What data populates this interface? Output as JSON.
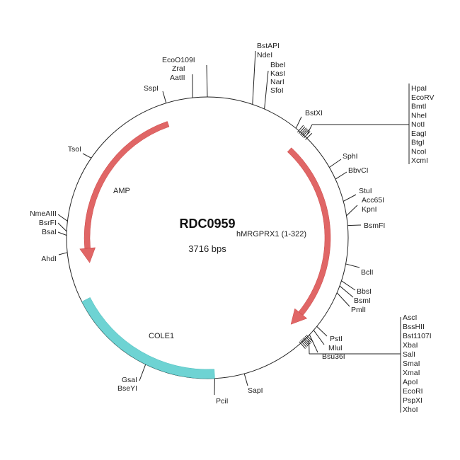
{
  "plasmid": {
    "name": "RDC0959",
    "size_label": "3716 bps",
    "colors": {
      "backbone": "#222222",
      "gene": "#e06666",
      "ori": "#6ed3d3"
    }
  },
  "features": {
    "amp": "AMP",
    "insert": "hMRGPRX1 (1-322)",
    "ori": "COLE1"
  },
  "enzymes": {
    "single": [
      "SspI",
      "EcoO109I",
      "ZraI",
      "AatII",
      "BstAPI",
      "NdeI",
      "BbeI",
      "KasI",
      "NarI",
      "SfoI",
      "BstXI",
      "SphI",
      "BbvCI",
      "StuI",
      "Acc65I",
      "KpnI",
      "BsmFI",
      "BclI",
      "BbsI",
      "BsmI",
      "PmlI",
      "PstI",
      "MluI",
      "Bsu36I",
      "SapI",
      "PciI",
      "GsaI",
      "BseYI",
      "AhdI",
      "BsaI",
      "BsrFI",
      "NmeAIII",
      "TsoI"
    ],
    "mcs1": [
      "HpaI",
      "EcoRV",
      "BmtI",
      "NheI",
      "NotI",
      "EagI",
      "BtgI",
      "NcoI",
      "XcmI"
    ],
    "mcs2": [
      "AscI",
      "BssHII",
      "Bst1107I",
      "XbaI",
      "SalI",
      "SmaI",
      "XmaI",
      "ApoI",
      "EcoRI",
      "PspXI",
      "XhoI"
    ]
  }
}
